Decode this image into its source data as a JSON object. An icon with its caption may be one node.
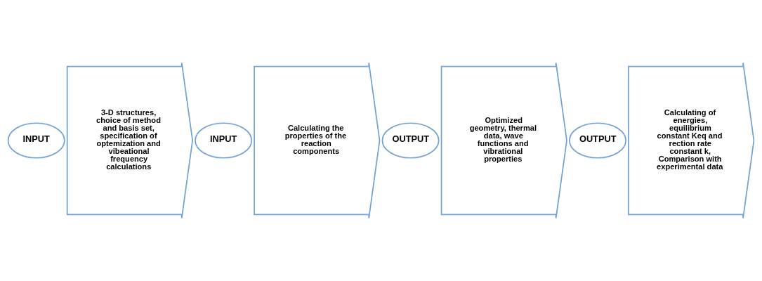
{
  "diagram": {
    "nodes": [
      {
        "text": [
          "INPUT"
        ]
      },
      {
        "text": [
          "3-D structures, choice of method and basis set, specification of optemization and vibeational frequency calculations"
        ]
      },
      {
        "text": [
          "INPUT"
        ]
      },
      {
        "text": [
          "Calculating the properties of the reaction components"
        ]
      },
      {
        "text": [
          "OUTPUT"
        ]
      },
      {
        "text": [
          "Optimized geometry, thermal data, wave functions and vibrational properties"
        ]
      },
      {
        "text": [
          "OUTPUT"
        ]
      },
      {
        "text": [
          "Calculating of energies, equilibrium constant Keq and rection rate constant k, Comparison with experimental data"
        ]
      }
    ],
    "edges": []
  }
}
